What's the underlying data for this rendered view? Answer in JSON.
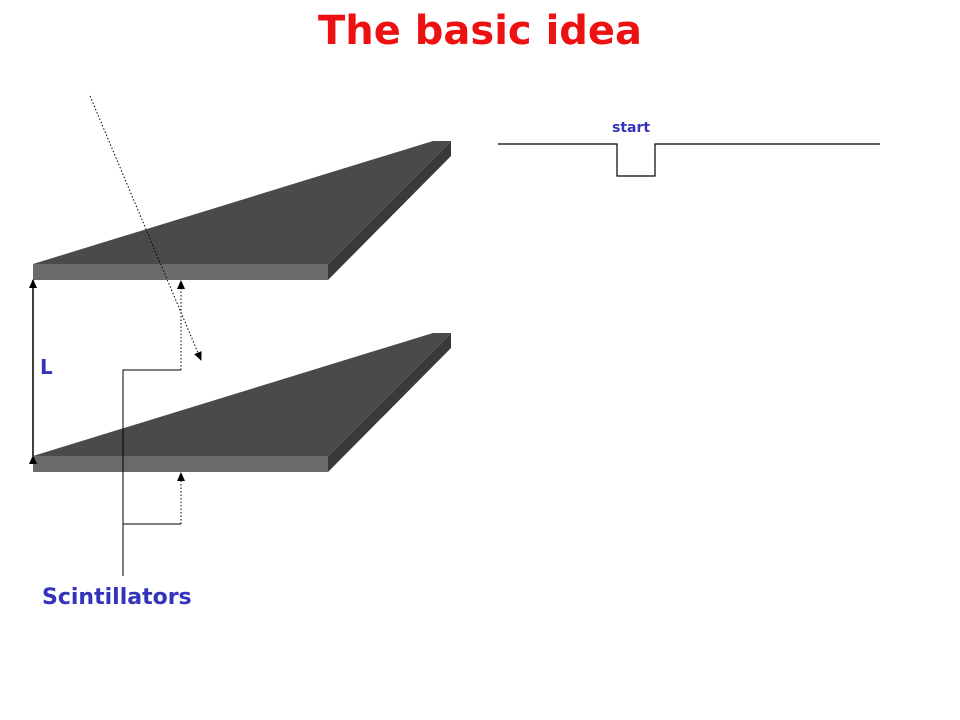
{
  "slide": {
    "title": "The basic idea"
  },
  "labels": {
    "start": "start",
    "distance": "L",
    "detectors": "Scintillators"
  },
  "colors": {
    "title": "#ee1111",
    "label": "#3333bb",
    "slab_top": "#4a4a4a",
    "slab_front": "#6a6a6a",
    "slab_side": "#3a3a3a",
    "line": "#000000"
  },
  "icons": {
    "arrowhead": "triangle-arrowhead"
  }
}
